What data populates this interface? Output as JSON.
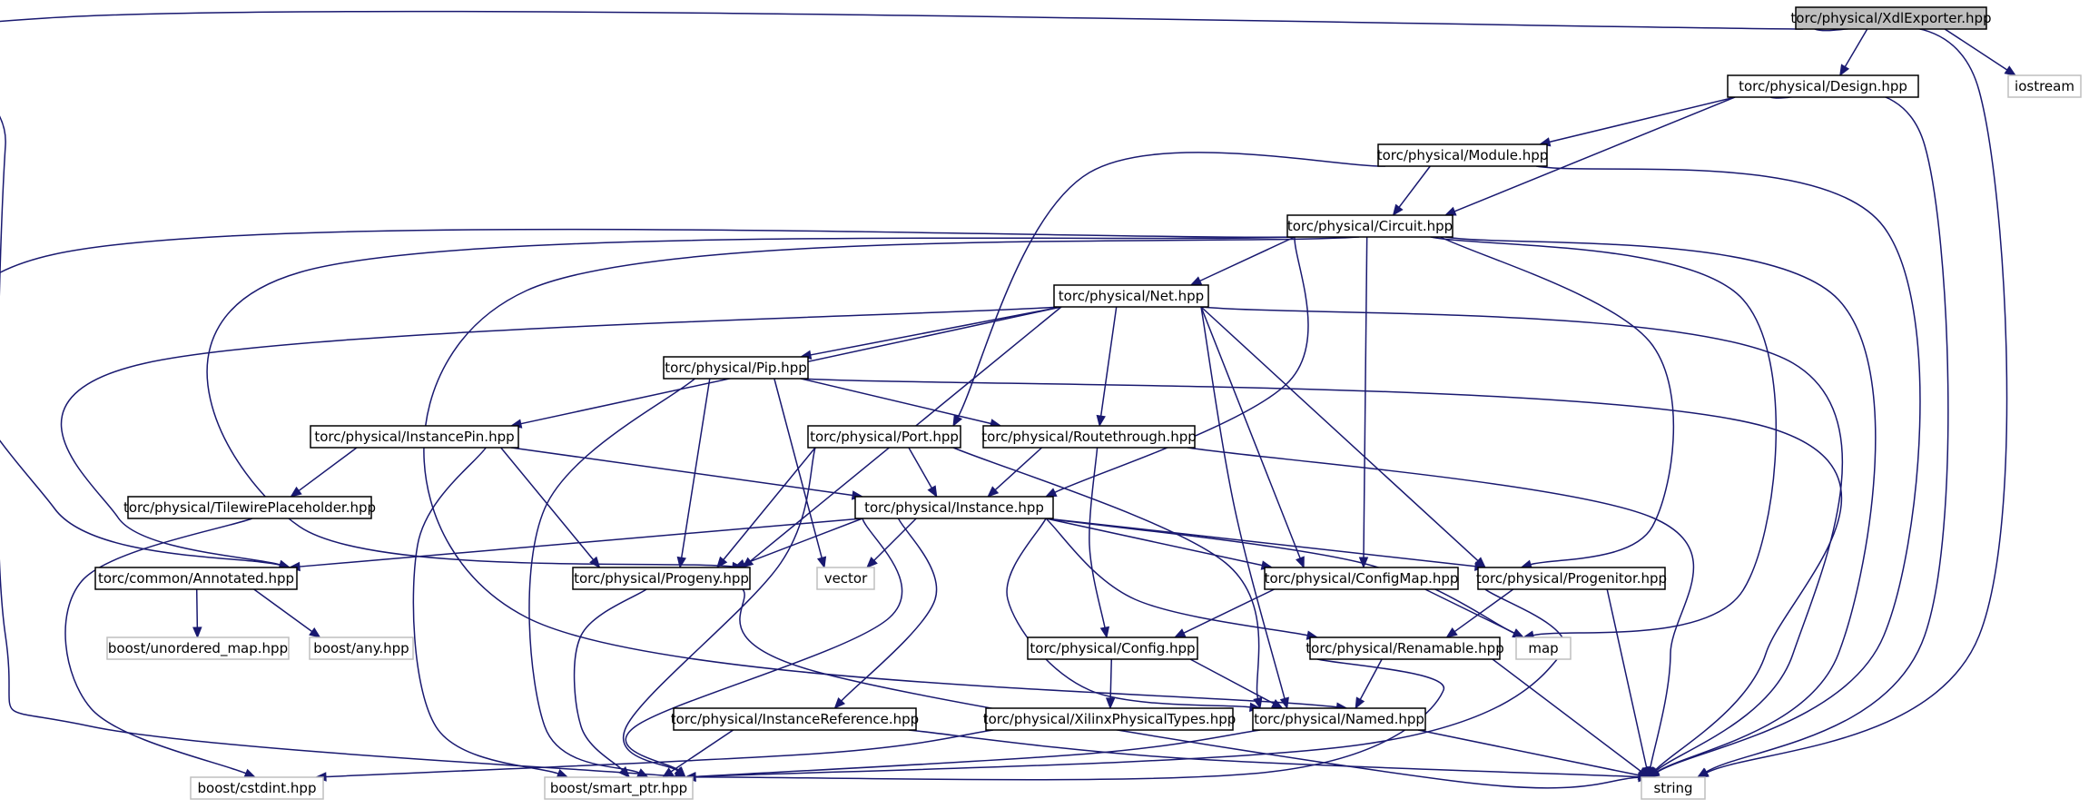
{
  "diagram": {
    "type": "include-dependency-graph",
    "colors": {
      "edge": "#191970",
      "root_fill": "#bfbfbf",
      "local_border": "#000000",
      "system_border": "#bfbfbf"
    },
    "nodes": [
      {
        "id": "xdl",
        "label": "torc/physical/XdlExporter.hpp",
        "kind": "root"
      },
      {
        "id": "design",
        "label": "torc/physical/Design.hpp",
        "kind": "local"
      },
      {
        "id": "iostream",
        "label": "iostream",
        "kind": "system"
      },
      {
        "id": "module",
        "label": "torc/physical/Module.hpp",
        "kind": "local"
      },
      {
        "id": "circuit",
        "label": "torc/physical/Circuit.hpp",
        "kind": "local"
      },
      {
        "id": "net",
        "label": "torc/physical/Net.hpp",
        "kind": "local"
      },
      {
        "id": "pip",
        "label": "torc/physical/Pip.hpp",
        "kind": "local"
      },
      {
        "id": "instpin",
        "label": "torc/physical/InstancePin.hpp",
        "kind": "local"
      },
      {
        "id": "port",
        "label": "torc/physical/Port.hpp",
        "kind": "local"
      },
      {
        "id": "routethrough",
        "label": "torc/physical/Routethrough.hpp",
        "kind": "local"
      },
      {
        "id": "tileplace",
        "label": "torc/physical/TilewirePlaceholder.hpp",
        "kind": "local"
      },
      {
        "id": "instance",
        "label": "torc/physical/Instance.hpp",
        "kind": "local"
      },
      {
        "id": "annotated",
        "label": "torc/common/Annotated.hpp",
        "kind": "local"
      },
      {
        "id": "progeny",
        "label": "torc/physical/Progeny.hpp",
        "kind": "local"
      },
      {
        "id": "vector",
        "label": "vector",
        "kind": "system"
      },
      {
        "id": "configmap",
        "label": "torc/physical/ConfigMap.hpp",
        "kind": "local"
      },
      {
        "id": "progenitor",
        "label": "torc/physical/Progenitor.hpp",
        "kind": "local"
      },
      {
        "id": "unordered",
        "label": "boost/unordered_map.hpp",
        "kind": "system"
      },
      {
        "id": "any",
        "label": "boost/any.hpp",
        "kind": "system"
      },
      {
        "id": "config",
        "label": "torc/physical/Config.hpp",
        "kind": "local"
      },
      {
        "id": "renamable",
        "label": "torc/physical/Renamable.hpp",
        "kind": "local"
      },
      {
        "id": "map",
        "label": "map",
        "kind": "system"
      },
      {
        "id": "instref",
        "label": "torc/physical/InstanceReference.hpp",
        "kind": "local"
      },
      {
        "id": "xilinx",
        "label": "torc/physical/XilinxPhysicalTypes.hpp",
        "kind": "local"
      },
      {
        "id": "named",
        "label": "torc/physical/Named.hpp",
        "kind": "local"
      },
      {
        "id": "cstdint",
        "label": "boost/cstdint.hpp",
        "kind": "system"
      },
      {
        "id": "smartptr",
        "label": "boost/smart_ptr.hpp",
        "kind": "system"
      },
      {
        "id": "string",
        "label": "string",
        "kind": "system"
      }
    ],
    "edges": [
      [
        "xdl",
        "design"
      ],
      [
        "xdl",
        "iostream"
      ],
      [
        "xdl",
        "string"
      ],
      [
        "xdl",
        "smartptr"
      ],
      [
        "design",
        "module"
      ],
      [
        "design",
        "circuit"
      ],
      [
        "design",
        "string"
      ],
      [
        "module",
        "circuit"
      ],
      [
        "module",
        "port"
      ],
      [
        "module",
        "string"
      ],
      [
        "circuit",
        "net"
      ],
      [
        "circuit",
        "instance"
      ],
      [
        "circuit",
        "configmap"
      ],
      [
        "circuit",
        "progenitor"
      ],
      [
        "circuit",
        "map"
      ],
      [
        "circuit",
        "annotated"
      ],
      [
        "circuit",
        "progeny"
      ],
      [
        "circuit",
        "named"
      ],
      [
        "circuit",
        "string"
      ],
      [
        "net",
        "pip"
      ],
      [
        "net",
        "instpin"
      ],
      [
        "net",
        "routethrough"
      ],
      [
        "net",
        "progeny"
      ],
      [
        "net",
        "annotated"
      ],
      [
        "net",
        "configmap"
      ],
      [
        "net",
        "progenitor"
      ],
      [
        "net",
        "named"
      ],
      [
        "net",
        "string"
      ],
      [
        "pip",
        "routethrough"
      ],
      [
        "pip",
        "progeny"
      ],
      [
        "pip",
        "vector"
      ],
      [
        "pip",
        "smartptr"
      ],
      [
        "pip",
        "string"
      ],
      [
        "instpin",
        "tileplace"
      ],
      [
        "instpin",
        "instance"
      ],
      [
        "instpin",
        "progeny"
      ],
      [
        "instpin",
        "smartptr"
      ],
      [
        "port",
        "instance"
      ],
      [
        "port",
        "progeny"
      ],
      [
        "port",
        "named"
      ],
      [
        "port",
        "smartptr"
      ],
      [
        "routethrough",
        "instance"
      ],
      [
        "routethrough",
        "config"
      ],
      [
        "routethrough",
        "string"
      ],
      [
        "tileplace",
        "cstdint"
      ],
      [
        "instance",
        "annotated"
      ],
      [
        "instance",
        "progeny"
      ],
      [
        "instance",
        "vector"
      ],
      [
        "instance",
        "configmap"
      ],
      [
        "instance",
        "progenitor"
      ],
      [
        "instance",
        "map"
      ],
      [
        "instance",
        "renamable"
      ],
      [
        "instance",
        "named"
      ],
      [
        "instance",
        "instref"
      ],
      [
        "instance",
        "smartptr"
      ],
      [
        "annotated",
        "unordered"
      ],
      [
        "annotated",
        "any"
      ],
      [
        "progeny",
        "smartptr"
      ],
      [
        "progeny",
        "string"
      ],
      [
        "configmap",
        "config"
      ],
      [
        "configmap",
        "map"
      ],
      [
        "progenitor",
        "renamable"
      ],
      [
        "progenitor",
        "smartptr"
      ],
      [
        "progenitor",
        "string"
      ],
      [
        "config",
        "xilinx"
      ],
      [
        "config",
        "named"
      ],
      [
        "renamable",
        "named"
      ],
      [
        "renamable",
        "string"
      ],
      [
        "renamable",
        "smartptr"
      ],
      [
        "instref",
        "smartptr"
      ],
      [
        "instref",
        "string"
      ],
      [
        "xilinx",
        "cstdint"
      ],
      [
        "named",
        "string"
      ],
      [
        "named",
        "smartptr"
      ]
    ]
  }
}
